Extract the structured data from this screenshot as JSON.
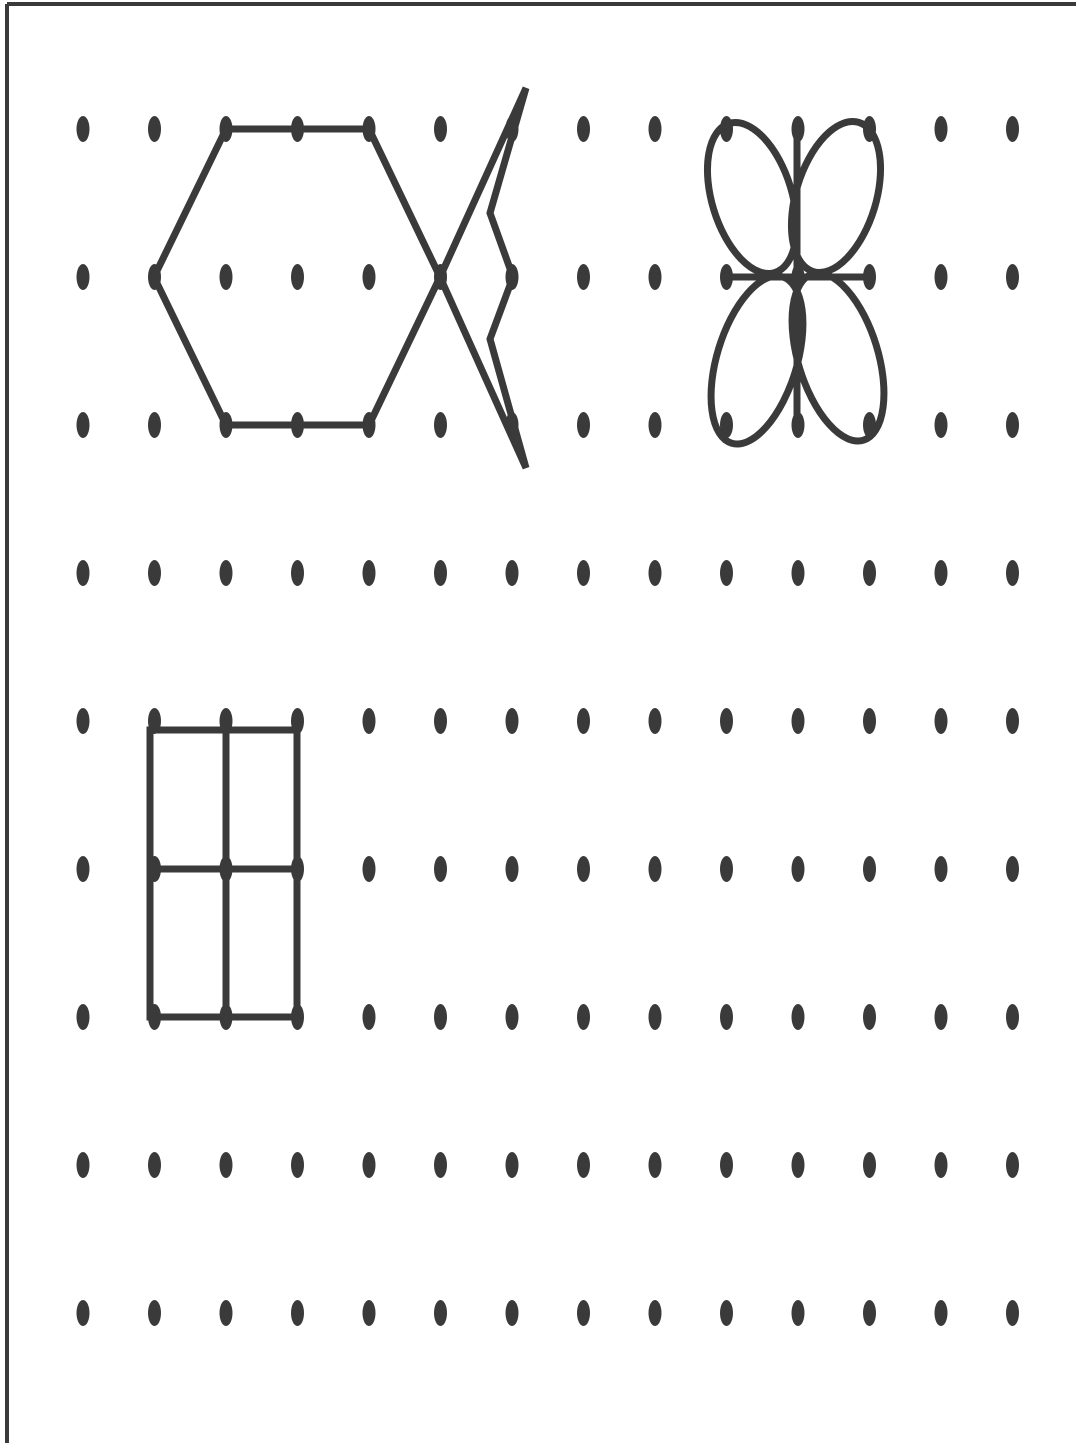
{
  "worksheet": {
    "type": "dot-grid-geoboard",
    "grid": {
      "rows": 9,
      "columns": 14
    },
    "colors": {
      "ink": "#3a3a3a",
      "background": "#ffffff"
    },
    "figures": [
      {
        "name": "hexagon",
        "description_shape": "hexagon-with-zigzag-arrow"
      },
      {
        "name": "butterfly",
        "description_shape": "four-loop-flower"
      },
      {
        "name": "rectangle-grid",
        "description_shape": "2-by-2-rectangle"
      }
    ]
  }
}
